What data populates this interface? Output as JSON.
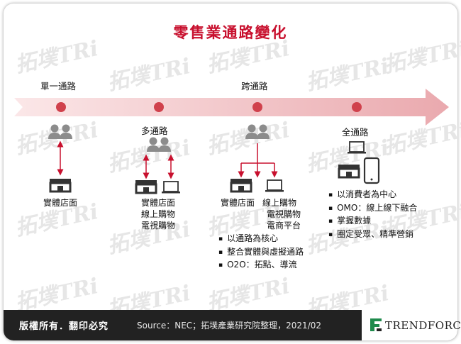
{
  "title": "零售業通路變化",
  "stages": {
    "single": {
      "label": "單一通路",
      "store_label": "實體店面"
    },
    "multi": {
      "label": "多通路",
      "channels": [
        "實體店面",
        "線上購物",
        "電視購物"
      ]
    },
    "cross": {
      "label": "跨通路",
      "store_label": "實體店面",
      "channels": [
        "線上購物",
        "電視購物",
        "電商平台"
      ],
      "bullets": [
        "以通路為核心",
        "整合實體與虛擬通路",
        "O2O：拓點、導流"
      ]
    },
    "omni": {
      "label": "全通路",
      "bullets": [
        "以消費者為中心",
        "OMO：線上線下融合",
        "掌握數據",
        "圈定受眾、精準營銷"
      ]
    }
  },
  "watermark": "拓墣TRi",
  "footer": {
    "rights": "版權所有．翻印必究",
    "source": "Source：NEC；拓墣產業研究院整理，2021/02",
    "brand": "TRENDFORCE"
  },
  "colors": {
    "accent": "#c8102e",
    "arrow": "#f2c9cc",
    "dot": "#d0414c",
    "icon": "#8c8c8c"
  }
}
